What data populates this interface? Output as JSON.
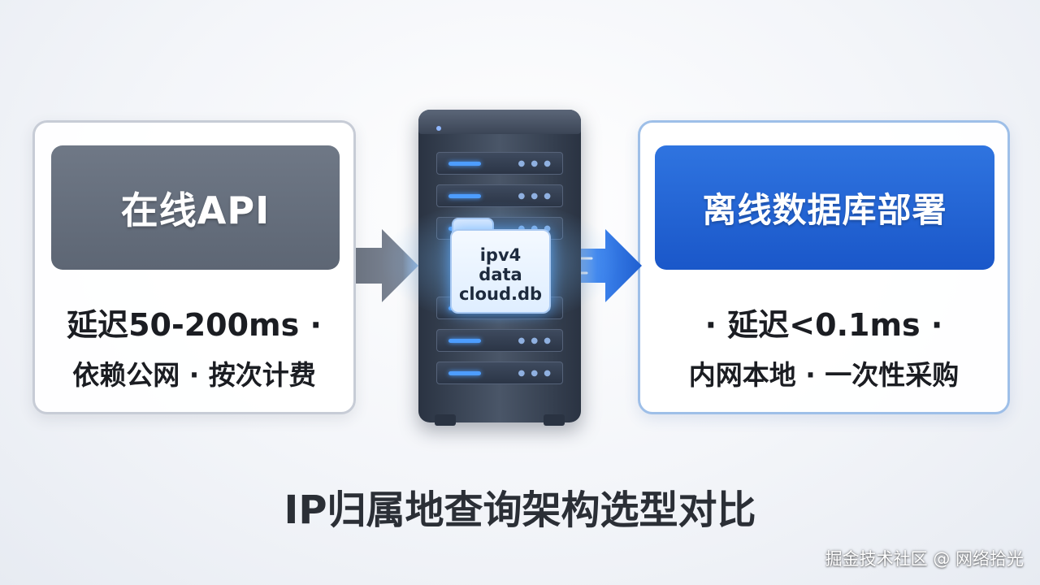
{
  "left_panel": {
    "title": "在线API",
    "line1": "延迟50-200ms ·",
    "line2": "依赖公网 · 按次计费"
  },
  "right_panel": {
    "title": "离线数据库部署",
    "line1": "· 延迟<0.1ms ·",
    "line2": "内网本地 · 一次性采购"
  },
  "center": {
    "file_lines": [
      "ipv4",
      "data",
      "cloud.db"
    ]
  },
  "footer": {
    "title": "IP归属地查询架构选型对比",
    "watermark": "掘金技术社区 @ 网络拾光"
  },
  "colors": {
    "left_accent": "#5f6876",
    "right_accent": "#1f5fd0",
    "left_arrow": "#6b7380",
    "right_arrow": "#2a6fe6"
  }
}
